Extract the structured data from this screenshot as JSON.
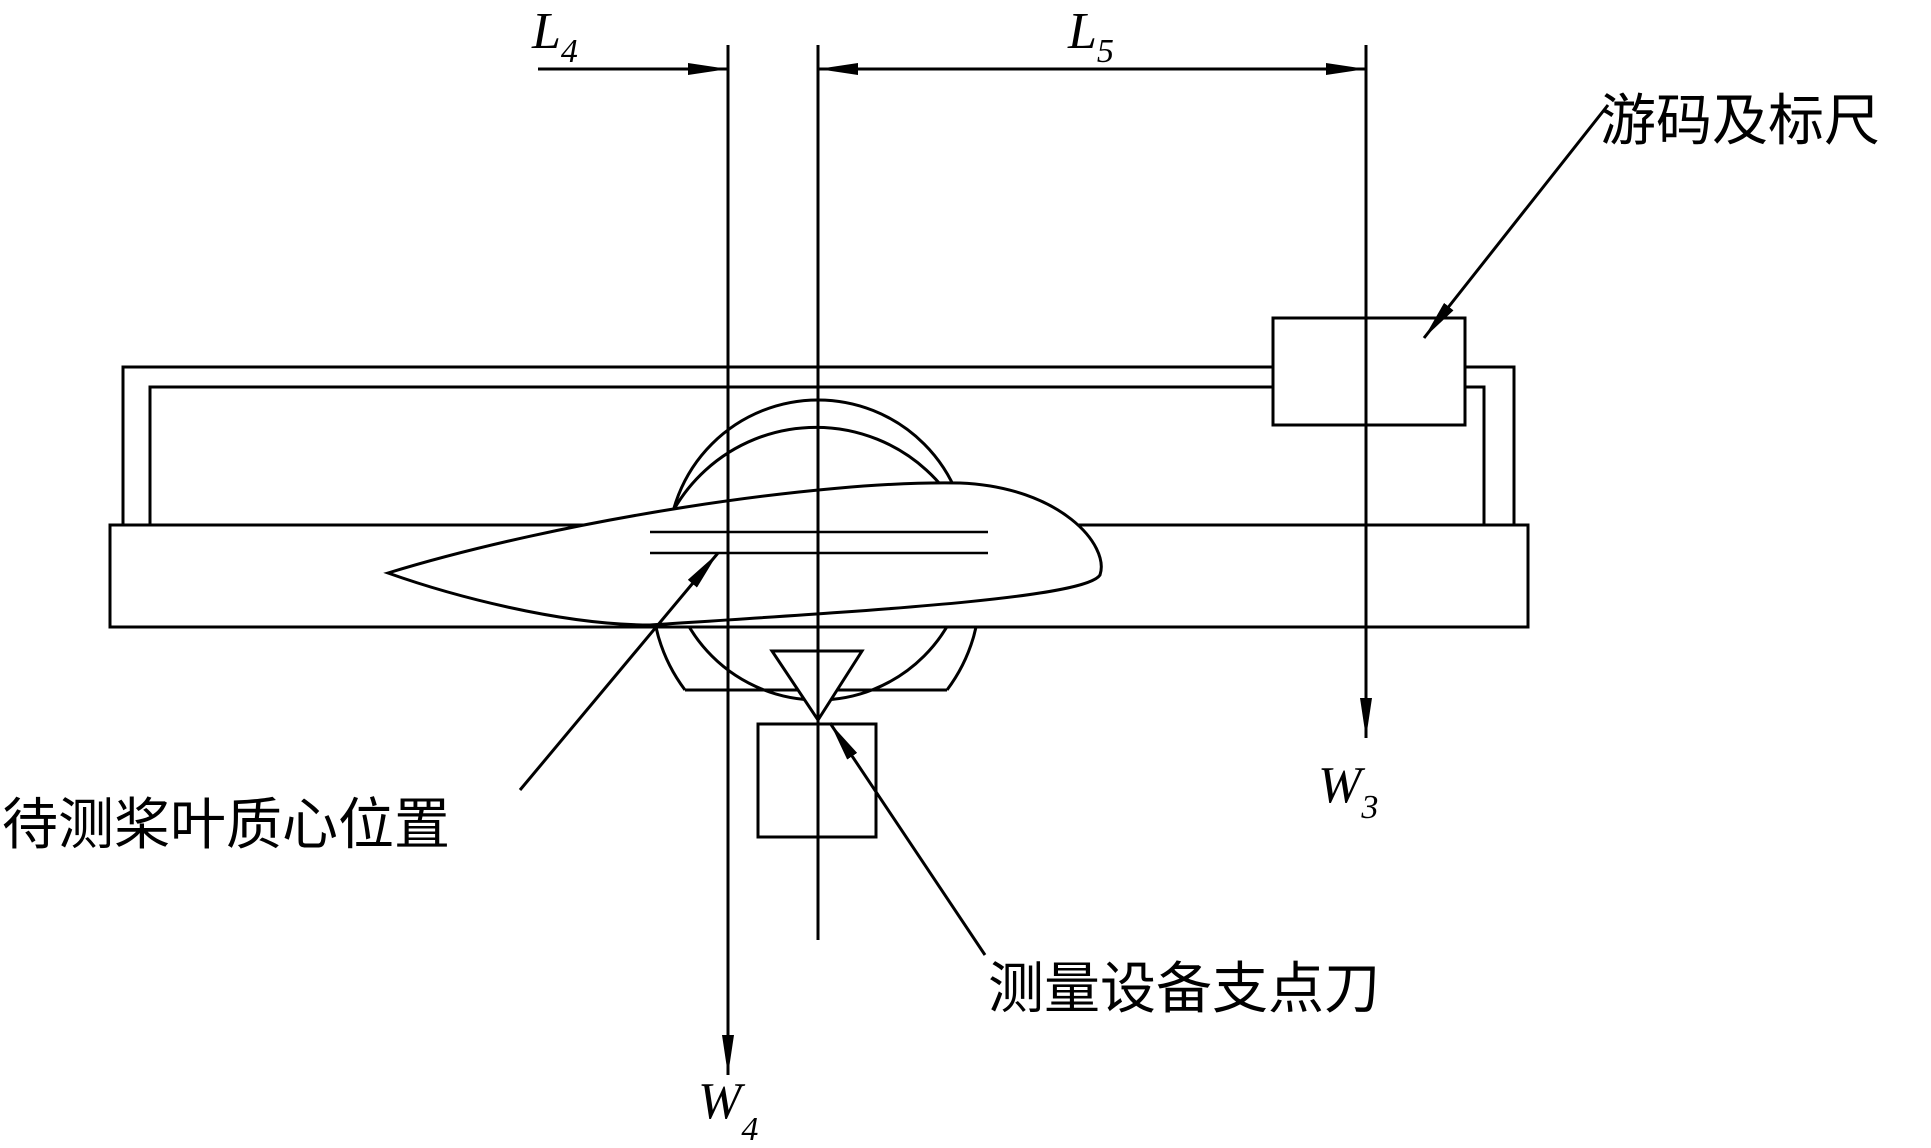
{
  "dimension_labels": {
    "l4": {
      "symbol": "L",
      "subscript": "4"
    },
    "l5": {
      "symbol": "L",
      "subscript": "5"
    }
  },
  "force_labels": {
    "w3": {
      "symbol": "W",
      "subscript": "3"
    },
    "w4": {
      "symbol": "W",
      "subscript": "4"
    }
  },
  "callouts": {
    "rider_and_scale": "游码及标尺",
    "blade_centroid": "待测桨叶质心位置",
    "fulcrum_knife": "测量设备支点刀"
  },
  "colors": {
    "line": "#000000",
    "background": "#ffffff"
  }
}
